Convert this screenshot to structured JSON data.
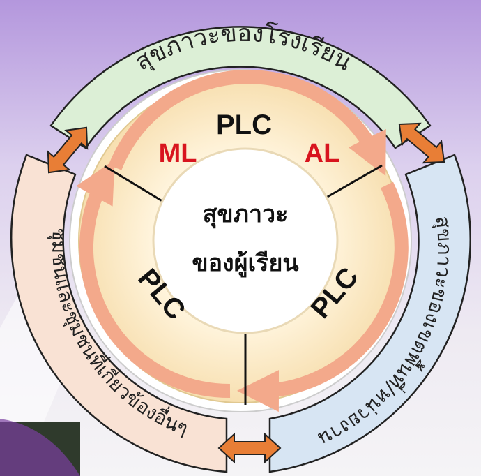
{
  "diagram": {
    "outer_segments": {
      "top": "สุขภาวะของโรงเรียน",
      "left": "ชุมชนและชุมชนที่เกี่ยวข้องอื่นๆ",
      "right": "สุขภาวะของเขตพื้นที่/หน่วยงาน"
    },
    "center": {
      "line1": "สุขภาวะ",
      "line2": "ของผู้เรียน"
    },
    "ring_labels": {
      "top": "PLC",
      "left": "PLC",
      "right": "PLC",
      "ml": "ML",
      "al": "AL"
    },
    "colors": {
      "top_segment": "#dcefd6",
      "left_segment": "#f9e2d4",
      "right_segment": "#d7e5f3",
      "ring_fill": "#fbecc3",
      "arrow_salmon": "#f3a98b",
      "arrow_orange": "#e87e36",
      "red_label": "#d8141e",
      "background_purple": "#b59bdc"
    }
  }
}
